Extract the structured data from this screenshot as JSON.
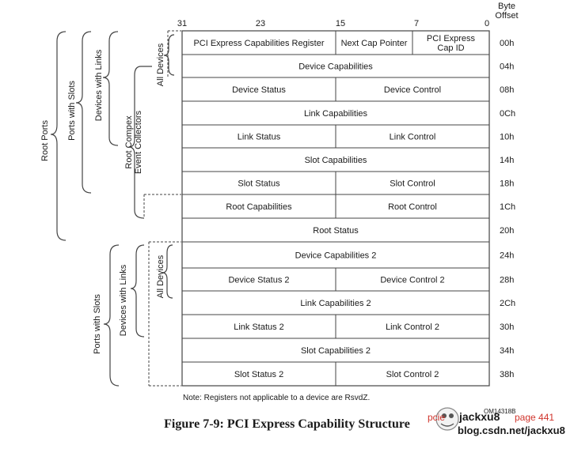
{
  "bit_header": {
    "b31": "31",
    "b23": "23",
    "b15": "15",
    "b7": "7",
    "b0": "0",
    "offset_line1": "Byte",
    "offset_line2": "Offset"
  },
  "rows": [
    {
      "offset": "00h",
      "cells": [
        {
          "label": "PCI Express Capabilities Register"
        },
        {
          "label": "Next Cap Pointer"
        },
        {
          "label": "PCI Express",
          "label2": "Cap ID"
        }
      ]
    },
    {
      "offset": "04h",
      "cells": [
        {
          "label": "Device Capabilities"
        }
      ]
    },
    {
      "offset": "08h",
      "cells": [
        {
          "label": "Device Status"
        },
        {
          "label": "Device Control"
        }
      ]
    },
    {
      "offset": "0Ch",
      "cells": [
        {
          "label": "Link Capabilities"
        }
      ]
    },
    {
      "offset": "10h",
      "cells": [
        {
          "label": "Link Status"
        },
        {
          "label": "Link Control"
        }
      ]
    },
    {
      "offset": "14h",
      "cells": [
        {
          "label": "Slot Capabilities"
        }
      ]
    },
    {
      "offset": "18h",
      "cells": [
        {
          "label": "Slot Status"
        },
        {
          "label": "Slot Control"
        }
      ]
    },
    {
      "offset": "1Ch",
      "cells": [
        {
          "label": "Root Capabilities"
        },
        {
          "label": "Root Control"
        }
      ]
    },
    {
      "offset": "20h",
      "cells": [
        {
          "label": "Root Status"
        }
      ]
    },
    {
      "offset": "24h",
      "cells": [
        {
          "label": "Device Capabilities 2"
        }
      ]
    },
    {
      "offset": "28h",
      "cells": [
        {
          "label": "Device Status 2"
        },
        {
          "label": "Device Control 2"
        }
      ]
    },
    {
      "offset": "2Ch",
      "cells": [
        {
          "label": "Link Capabilities 2"
        }
      ]
    },
    {
      "offset": "30h",
      "cells": [
        {
          "label": "Link Status 2"
        },
        {
          "label": "Link Control 2"
        }
      ]
    },
    {
      "offset": "34h",
      "cells": [
        {
          "label": "Slot Capabilities 2"
        }
      ]
    },
    {
      "offset": "38h",
      "cells": [
        {
          "label": "Slot Status 2"
        },
        {
          "label": "Slot Control 2"
        }
      ]
    }
  ],
  "side_labels": {
    "root_ports": "Root Ports",
    "ports_with_slots": "Ports with Slots",
    "devices_with_links": "Devices with Links",
    "all_devices": "All Devices",
    "rcec_line1": "Root Compex",
    "rcec_line2": "Event Collectors",
    "ports_with_slots_2": "Ports with Slots",
    "devices_with_links_2": "Devices with Links",
    "all_devices_2": "All Devices"
  },
  "note": "Note:  Registers not applicable to a device are RsvdZ.",
  "figure_id": "OM14318B",
  "caption": "Figure 7-9:  PCI Express Capability Structure",
  "watermark": {
    "site": "blog.csdn.net/jackxu8",
    "name": "jackxu8",
    "page": "page 441",
    "pcie": "pcie"
  },
  "colors": {
    "line": "#444444",
    "text": "#1a1a1a",
    "watermark_red": "#d0342c"
  }
}
